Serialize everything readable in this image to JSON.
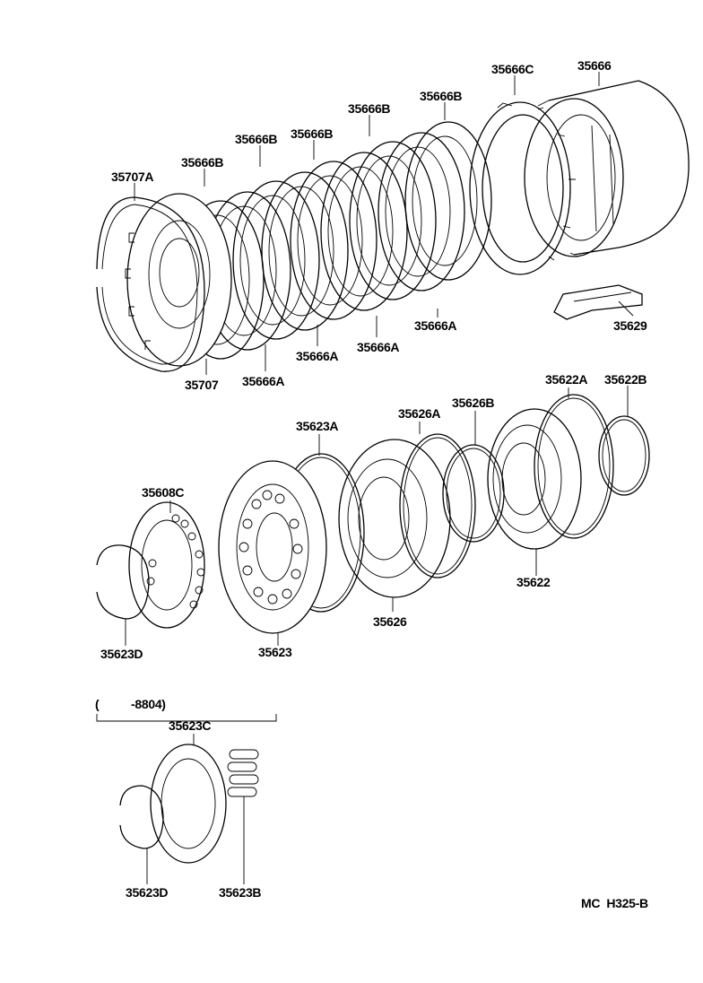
{
  "callouts": [
    {
      "id": "c35666C",
      "label": "35666C"
    },
    {
      "id": "c35666",
      "label": "35666"
    },
    {
      "id": "c35666B_1",
      "label": "35666B"
    },
    {
      "id": "c35666B_2",
      "label": "35666B"
    },
    {
      "id": "c35666B_3",
      "label": "35666B"
    },
    {
      "id": "c35666B_4",
      "label": "35666B"
    },
    {
      "id": "c35666B_5",
      "label": "35666B"
    },
    {
      "id": "c35707A",
      "label": "35707A"
    },
    {
      "id": "c35666A_1",
      "label": "35666A"
    },
    {
      "id": "c35666A_2",
      "label": "35666A"
    },
    {
      "id": "c35666A_3",
      "label": "35666A"
    },
    {
      "id": "c35666A_4",
      "label": "35666A"
    },
    {
      "id": "c35707",
      "label": "35707"
    },
    {
      "id": "c35629",
      "label": "35629"
    },
    {
      "id": "c35623A",
      "label": "35623A"
    },
    {
      "id": "c35626A",
      "label": "35626A"
    },
    {
      "id": "c35626B",
      "label": "35626B"
    },
    {
      "id": "c35622A",
      "label": "35622A"
    },
    {
      "id": "c35622B",
      "label": "35622B"
    },
    {
      "id": "c35608C",
      "label": "35608C"
    },
    {
      "id": "c35622",
      "label": "35622"
    },
    {
      "id": "c35626",
      "label": "35626"
    },
    {
      "id": "c35623",
      "label": "35623"
    },
    {
      "id": "c35623D_1",
      "label": "35623D"
    },
    {
      "id": "c35623C",
      "label": "35623C"
    },
    {
      "id": "c35623D_2",
      "label": "35623D"
    },
    {
      "id": "c35623B",
      "label": "35623B"
    }
  ],
  "applicability": {
    "open": "(",
    "range": "-8804)"
  },
  "figure_code": "MC  H325-B"
}
